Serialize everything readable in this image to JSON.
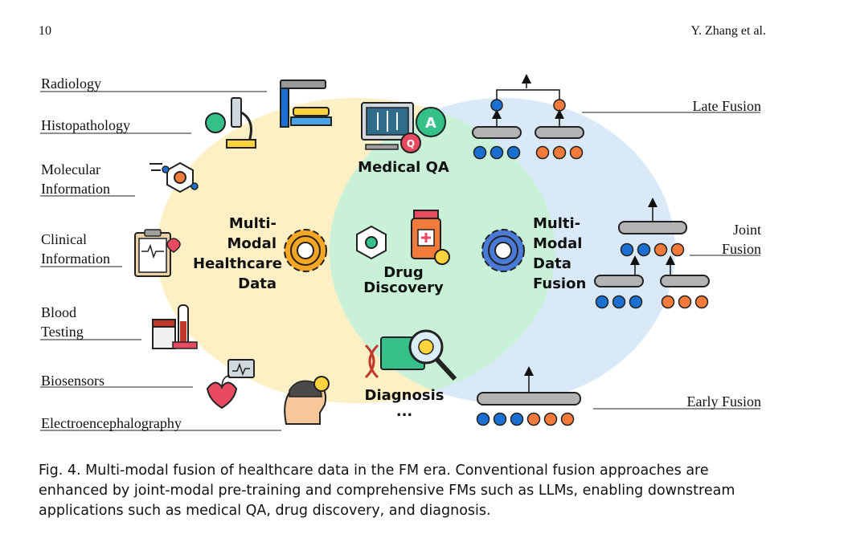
{
  "header": {
    "page_number": "10",
    "authors": "Y. Zhang et al."
  },
  "modalities": [
    "Radiology",
    "Histopathology",
    "Molecular Information",
    "Clinical Information",
    "Blood Testing",
    "Biosensors",
    "Electroencephalography"
  ],
  "center_labels": {
    "left": "Multi-Modal Healthcare Data",
    "right": "Multi-Modal Data Fusion"
  },
  "applications": [
    "Medical QA",
    "Drug Discovery",
    "Diagnosis",
    "..."
  ],
  "fusion_types": [
    "Late Fusion",
    "Joint Fusion",
    "Early Fusion"
  ],
  "colors": {
    "left_circle": "#fdf0c5",
    "right_circle": "#d9e9f8",
    "overlap": "#c8f1d8",
    "node_blue": "#1a6fd1",
    "node_orange": "#f27a3a",
    "bar_gray": "#b3b3b3"
  },
  "caption": {
    "label": "Fig. 4.",
    "text": "Multi-modal fusion of healthcare data in the FM era. Conventional fusion approaches are enhanced by joint-modal pre-training and comprehensive FMs such as LLMs, enabling downstream applications such as medical QA, drug discovery, and diagnosis."
  }
}
